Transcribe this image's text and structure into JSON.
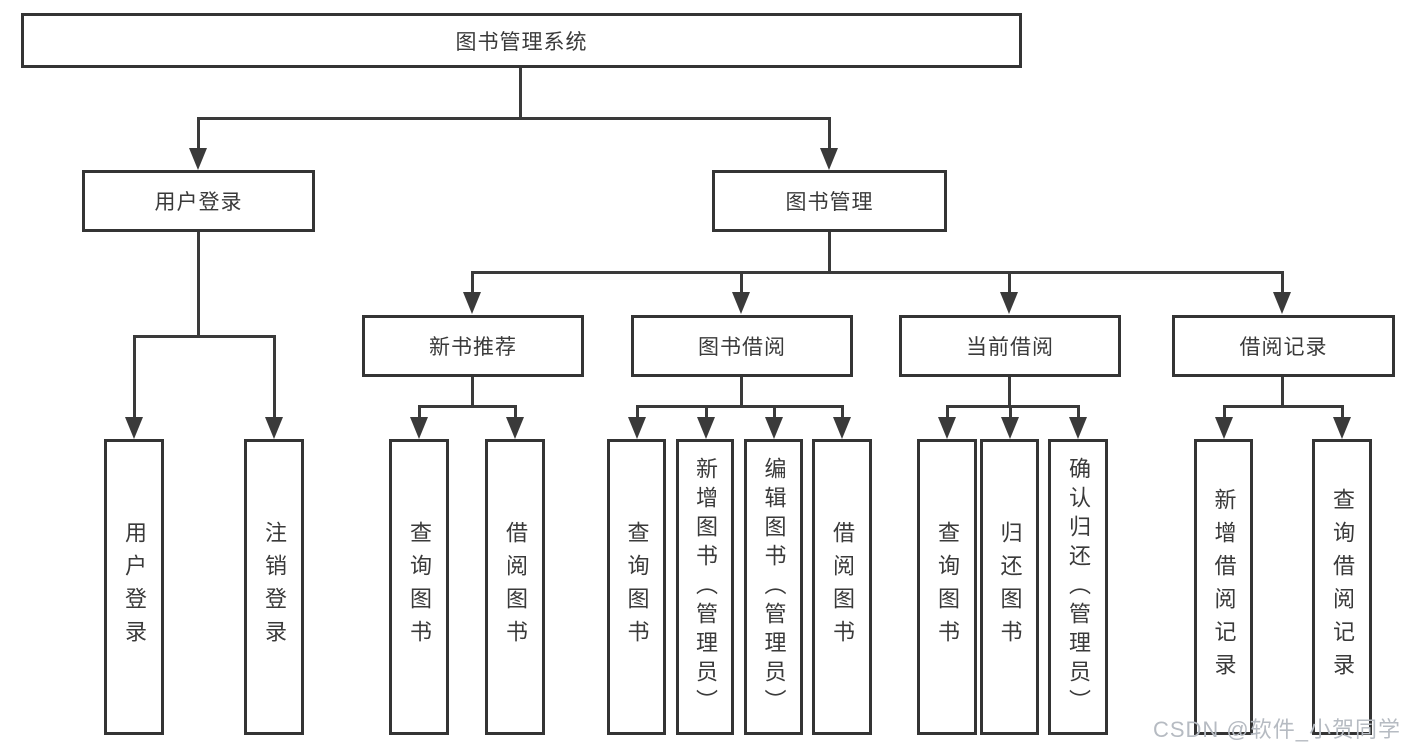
{
  "tree": {
    "label": "图书管理系统",
    "children": [
      {
        "label": "用户登录",
        "children": [
          {
            "label": "用户登录"
          },
          {
            "label": "注销登录"
          }
        ]
      },
      {
        "label": "图书管理",
        "children": [
          {
            "label": "新书推荐",
            "children": [
              {
                "label": "查询图书"
              },
              {
                "label": "借阅图书"
              }
            ]
          },
          {
            "label": "图书借阅",
            "children": [
              {
                "label": "查询图书"
              },
              {
                "label": "新增图书（管理员）"
              },
              {
                "label": "编辑图书（管理员）"
              },
              {
                "label": "借阅图书"
              }
            ]
          },
          {
            "label": "当前借阅",
            "children": [
              {
                "label": "查询图书"
              },
              {
                "label": "归还图书"
              },
              {
                "label": "确认归还（管理员）"
              }
            ]
          },
          {
            "label": "借阅记录",
            "children": [
              {
                "label": "新增借阅记录"
              },
              {
                "label": "查询借阅记录"
              }
            ]
          }
        ]
      }
    ]
  },
  "watermark": "CSDN @软件_小贺同学",
  "colors": {
    "line": "#3a3a3a",
    "border": "#343434",
    "text": "#3a3a3a",
    "watermark": "#b6bbc2",
    "background": "#ffffff"
  }
}
